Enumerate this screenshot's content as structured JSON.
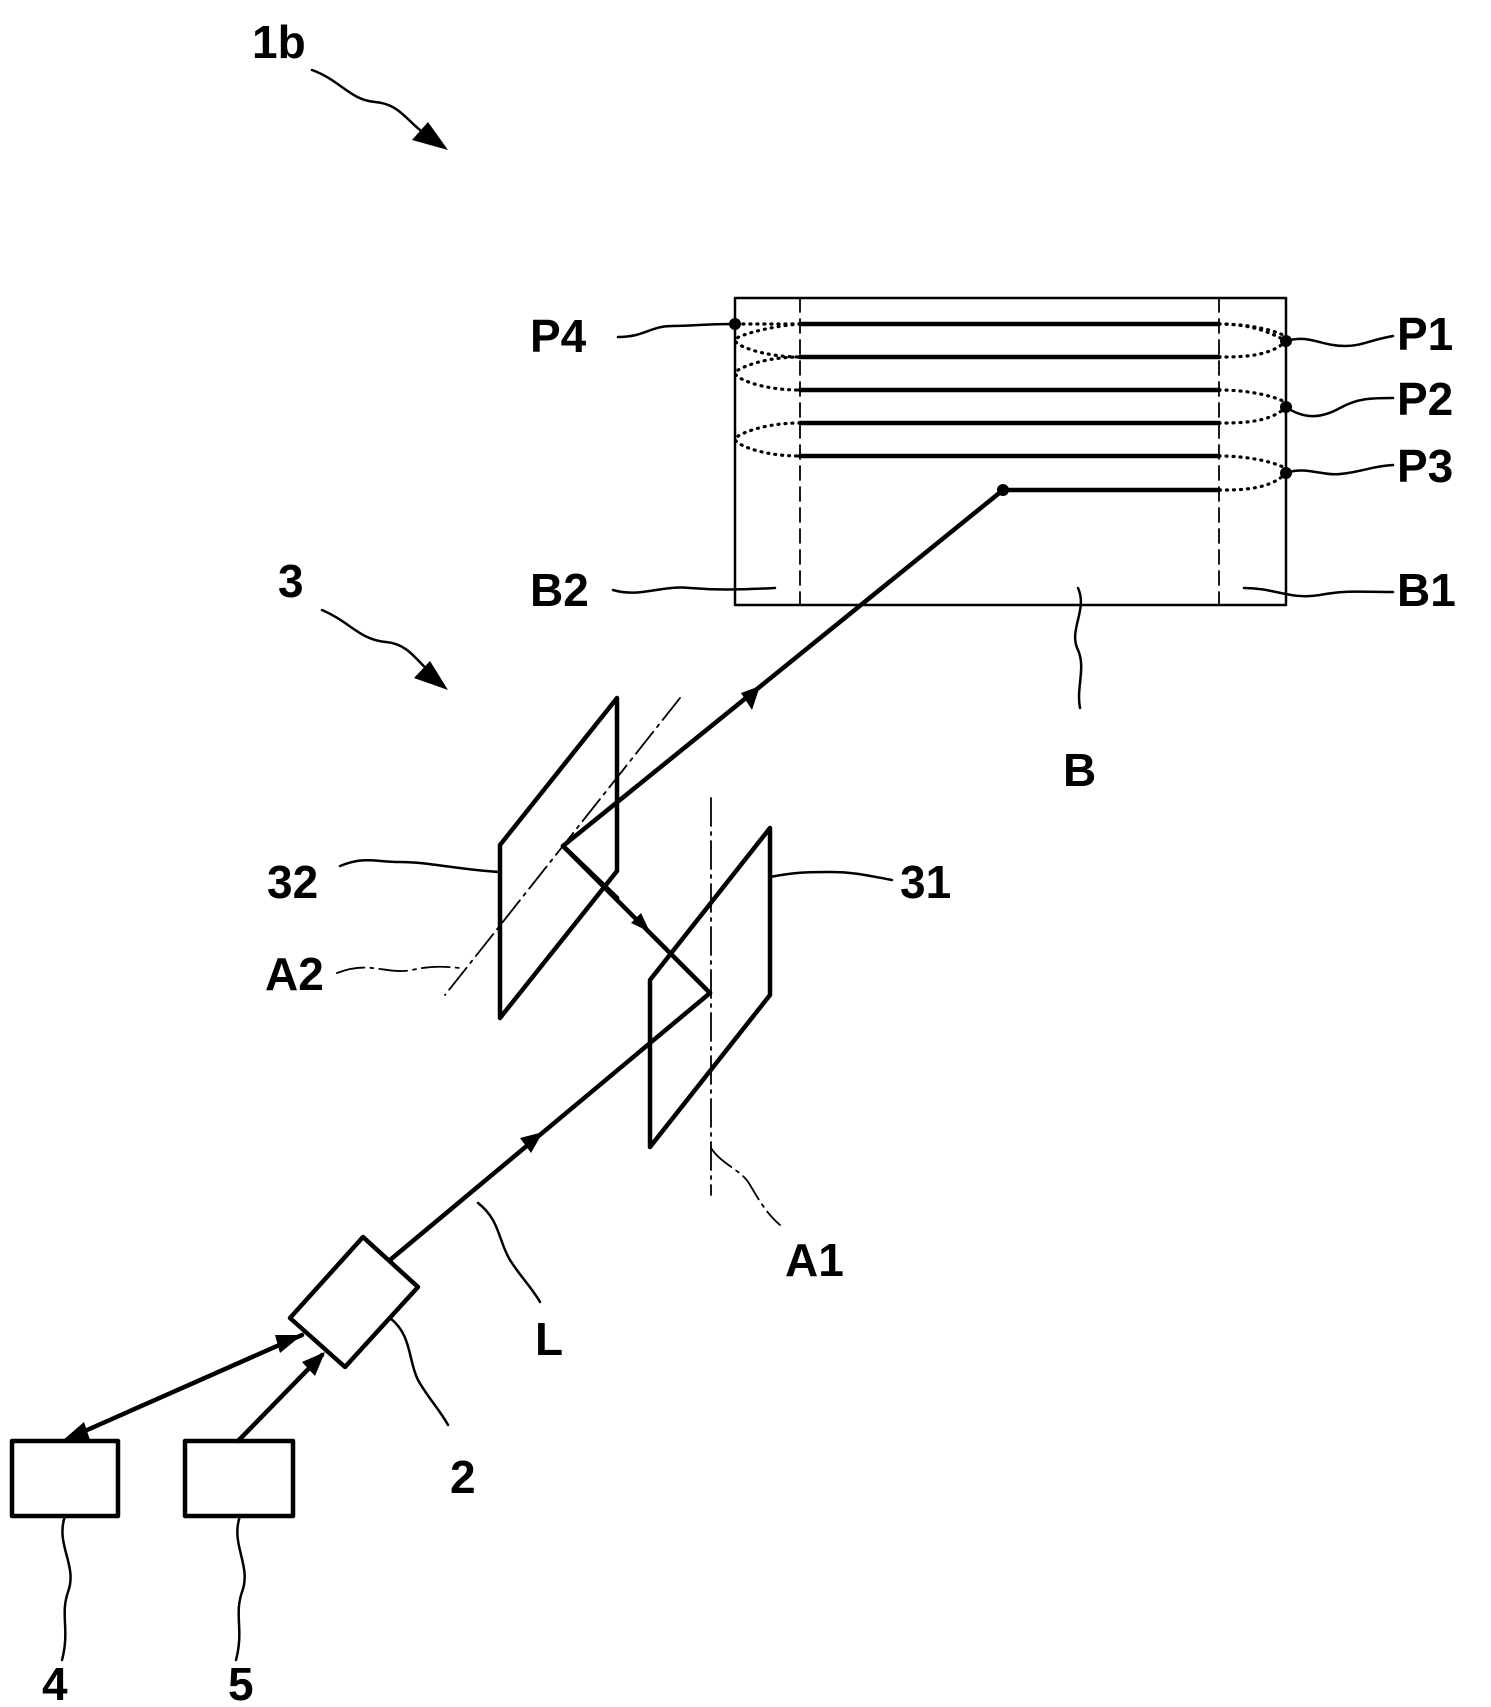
{
  "figure_labels": {
    "figure_id": "1b",
    "system": "3",
    "mirror_1": "31",
    "mirror_2": "32",
    "axis_1": "A1",
    "axis_2": "A2",
    "laser_beam": "L",
    "laser_source": "2",
    "unit_4": "4",
    "unit_5": "5",
    "field": "B",
    "field_edge_1": "B1",
    "field_edge_2": "B2",
    "point_1": "P1",
    "point_2": "P2",
    "point_3": "P3",
    "point_4": "P4"
  }
}
